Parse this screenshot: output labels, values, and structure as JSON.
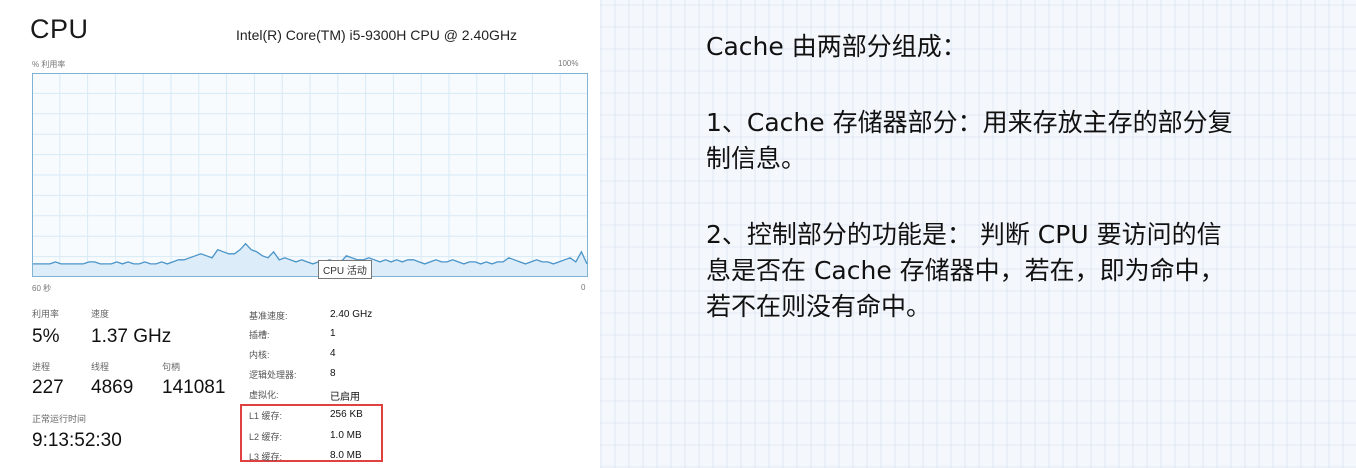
{
  "task_manager": {
    "title": "CPU",
    "model": "Intel(R) Core(TM) i5-9300H CPU @ 2.40GHz",
    "graph": {
      "y_label": "% 利用率",
      "y_max_label": "100%",
      "x_span_label": "60 秒",
      "x_end_label": "0",
      "tooltip": "CPU 活动",
      "utilization_samples": [
        6,
        6,
        6,
        6,
        7,
        6,
        6,
        6,
        6,
        6,
        7,
        7,
        6,
        6,
        6,
        7,
        6,
        7,
        6,
        6,
        7,
        6,
        6,
        7,
        6,
        7,
        8,
        8,
        9,
        10,
        11,
        10,
        9,
        13,
        12,
        11,
        11,
        13,
        16,
        13,
        12,
        10,
        9,
        12,
        8,
        9,
        8,
        7,
        8,
        7,
        6,
        7,
        7,
        8,
        7,
        7,
        10,
        9,
        8,
        8,
        9,
        8,
        7,
        8,
        7,
        8,
        7,
        8,
        8,
        7,
        6,
        7,
        8,
        7,
        7,
        8,
        7,
        6,
        7,
        7,
        6,
        7,
        6,
        7,
        7,
        9,
        8,
        7,
        6,
        7,
        8,
        7,
        7,
        6,
        7,
        8,
        9,
        7,
        12,
        6
      ]
    },
    "stats": {
      "utilization": {
        "label": "利用率",
        "value": "5%"
      },
      "speed": {
        "label": "速度",
        "value": "1.37 GHz"
      },
      "processes": {
        "label": "进程",
        "value": "227"
      },
      "threads": {
        "label": "线程",
        "value": "4869"
      },
      "handles": {
        "label": "句柄",
        "value": "141081"
      },
      "uptime": {
        "label": "正常运行时间",
        "value": "9:13:52:30"
      }
    },
    "details": [
      {
        "label": "基准速度:",
        "value": "2.40 GHz"
      },
      {
        "label": "插槽:",
        "value": "1"
      },
      {
        "label": "内核:",
        "value": "4"
      },
      {
        "label": "逻辑处理器:",
        "value": "8"
      },
      {
        "label": "虚拟化:",
        "value": "已启用"
      },
      {
        "label": "L1 缓存:",
        "value": "256 KB"
      },
      {
        "label": "L2 缓存:",
        "value": "1.0 MB"
      },
      {
        "label": "L3 缓存:",
        "value": "8.0 MB"
      }
    ],
    "highlight_color": "#e04040"
  },
  "slide": {
    "heading": "Cache 由两部分组成：",
    "point1_line1": "1、Cache 存储器部分：用来存放主存的部分复",
    "point1_line2": "制信息。",
    "point2_line1": "2、控制部分的功能是： 判断 CPU 要访问的信",
    "point2_line2": "息是否在 Cache 存储器中，若在，即为命中，",
    "point2_line3": "若不在则没有命中。"
  }
}
